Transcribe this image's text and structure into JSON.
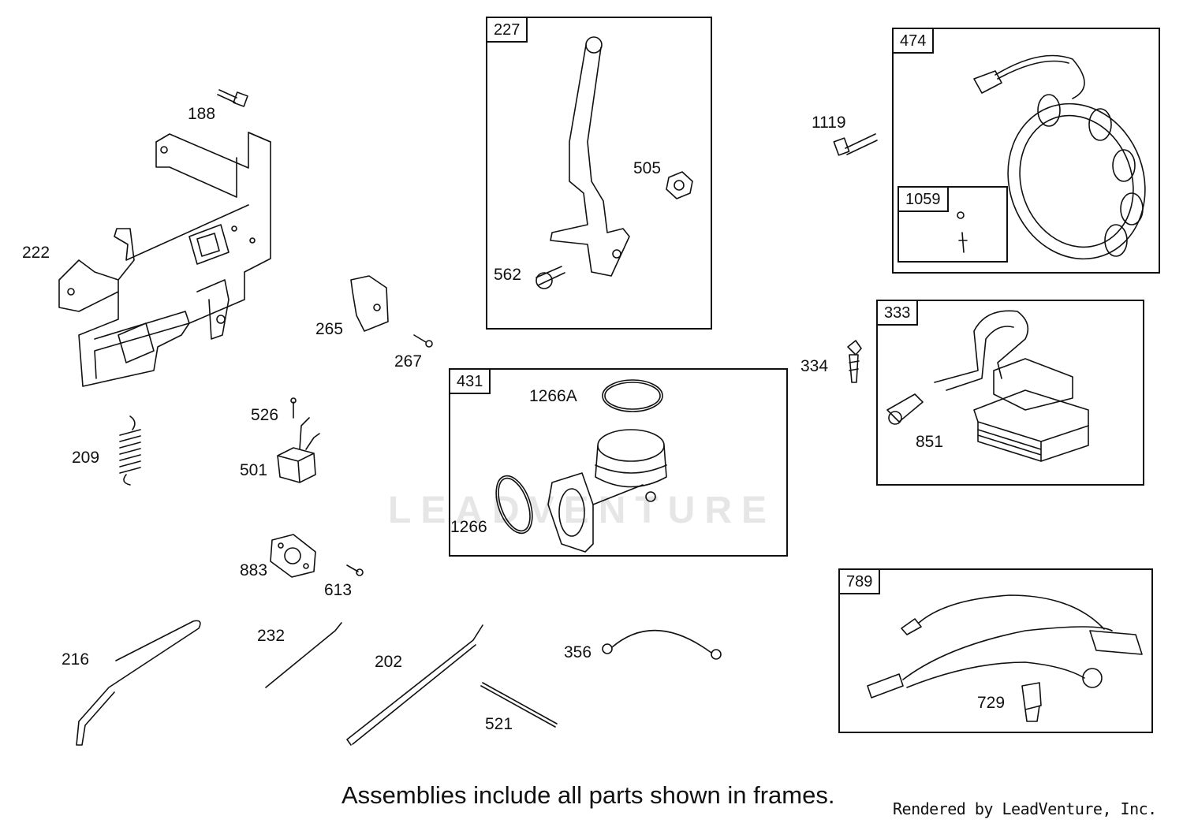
{
  "watermark": "LEADVENTURE",
  "frames": [
    {
      "id": "frame-227",
      "tag": "227"
    },
    {
      "id": "frame-431",
      "tag": "431"
    },
    {
      "id": "frame-474",
      "tag": "474"
    },
    {
      "id": "frame-1059",
      "tag": "1059"
    },
    {
      "id": "frame-333",
      "tag": "333"
    },
    {
      "id": "frame-789",
      "tag": "789"
    }
  ],
  "callouts": {
    "p188": "188",
    "p222": "222",
    "p265": "265",
    "p267": "267",
    "p209": "209",
    "p526": "526",
    "p501": "501",
    "p883": "883",
    "p613": "613",
    "p216": "216",
    "p232": "232",
    "p202": "202",
    "p521": "521",
    "p356": "356",
    "p505": "505",
    "p562": "562",
    "p1266A": "1266A",
    "p1266": "1266",
    "p1119": "1119",
    "p334": "334",
    "p851": "851",
    "p729": "729"
  },
  "footnote": "Assemblies include all parts shown in frames.",
  "credit": "Rendered by LeadVenture, Inc.",
  "colors": {
    "line": "#111111",
    "watermark": "#e6e6e6"
  }
}
